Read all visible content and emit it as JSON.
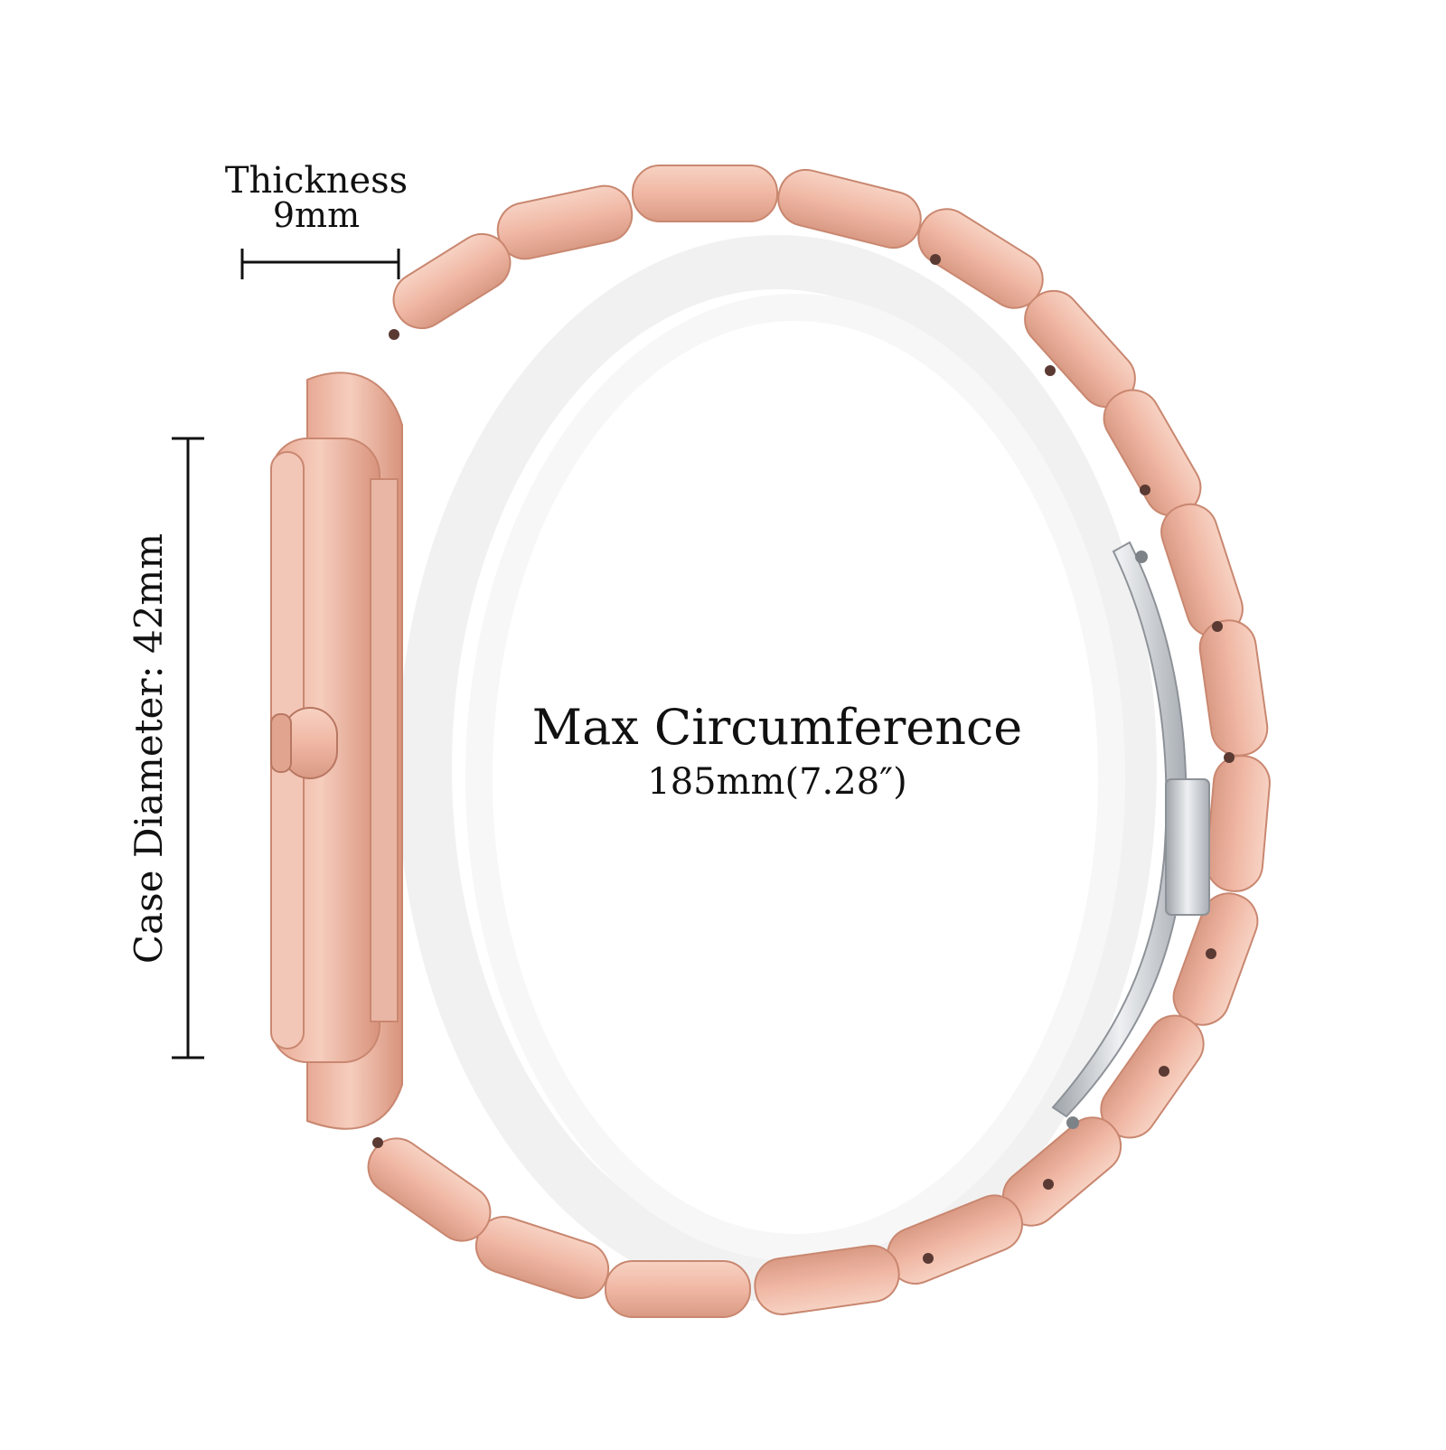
{
  "thickness": {
    "label": "Thickness",
    "value": "9mm"
  },
  "case_diameter": {
    "label": "Case Diameter: 42mm"
  },
  "circumference": {
    "label": "Max Circumference",
    "value": "185mm(7.28″)"
  },
  "colors": {
    "rose_gold": "#f0b7a4",
    "rose_gold_dark": "#c98770",
    "steel": "#c8ccd1",
    "ink": "#111111"
  }
}
